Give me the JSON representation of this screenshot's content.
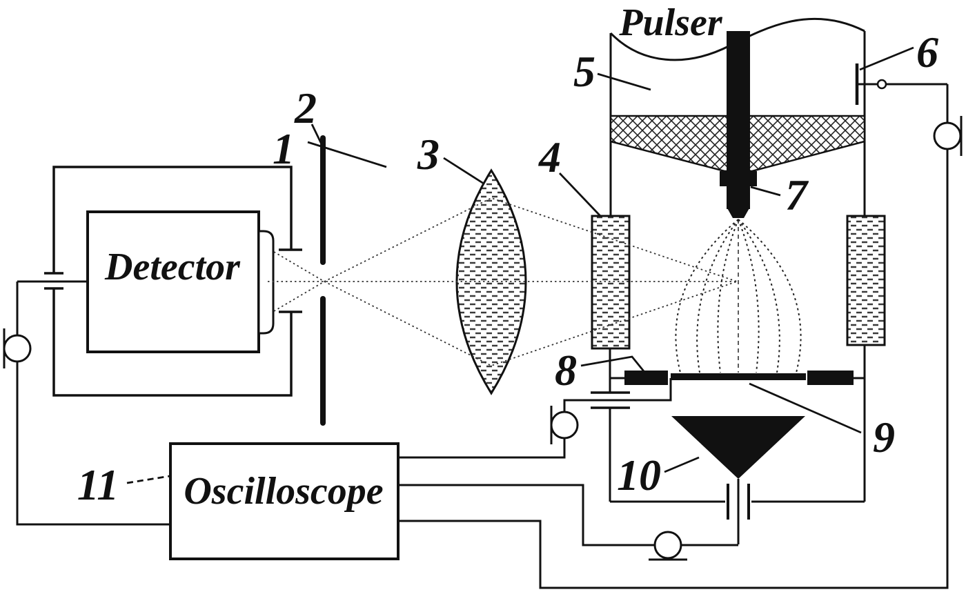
{
  "figure": {
    "background_color": "#ffffff",
    "ink_color": "#111111",
    "type": "experimental-apparatus-schematic"
  },
  "labels": {
    "pulser": "Pulser",
    "detector": "Detector",
    "oscilloscope": "Oscilloscope"
  },
  "callouts": [
    "1",
    "2",
    "3",
    "4",
    "5",
    "6",
    "7",
    "8",
    "9",
    "10",
    "11"
  ]
}
